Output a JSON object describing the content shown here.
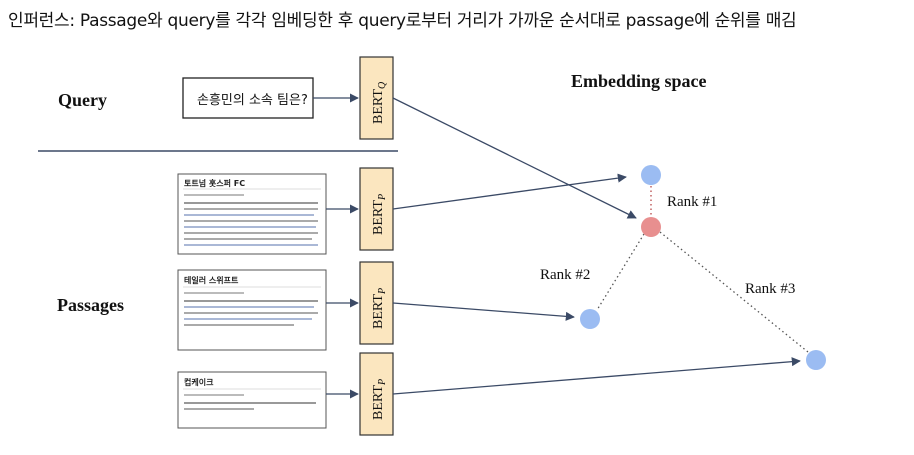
{
  "caption": "인퍼런스: Passage와 query를 각각 임베딩한 후 query로부터 거리가 가까운 순서대로 passage에 순위를 매김",
  "query_label": "Query",
  "passages_label": "Passages",
  "space_label": "Embedding space",
  "query_text": "손흥민의 소속 팀은?",
  "bert": {
    "base": "BERT",
    "query_sub": "Q",
    "passage_sub": "P"
  },
  "passages": [
    {
      "title": "토트넘 홋스퍼 FC"
    },
    {
      "title": "테일러 스위프트"
    },
    {
      "title": "컵케이크"
    }
  ],
  "ranks": [
    "Rank #1",
    "Rank #2",
    "Rank #3"
  ],
  "colors": {
    "query_point": "#e88f8f",
    "passage_point": "#9bbcf2",
    "bert_fill": "#fbe6bf",
    "arrow": "#3b4a66"
  }
}
